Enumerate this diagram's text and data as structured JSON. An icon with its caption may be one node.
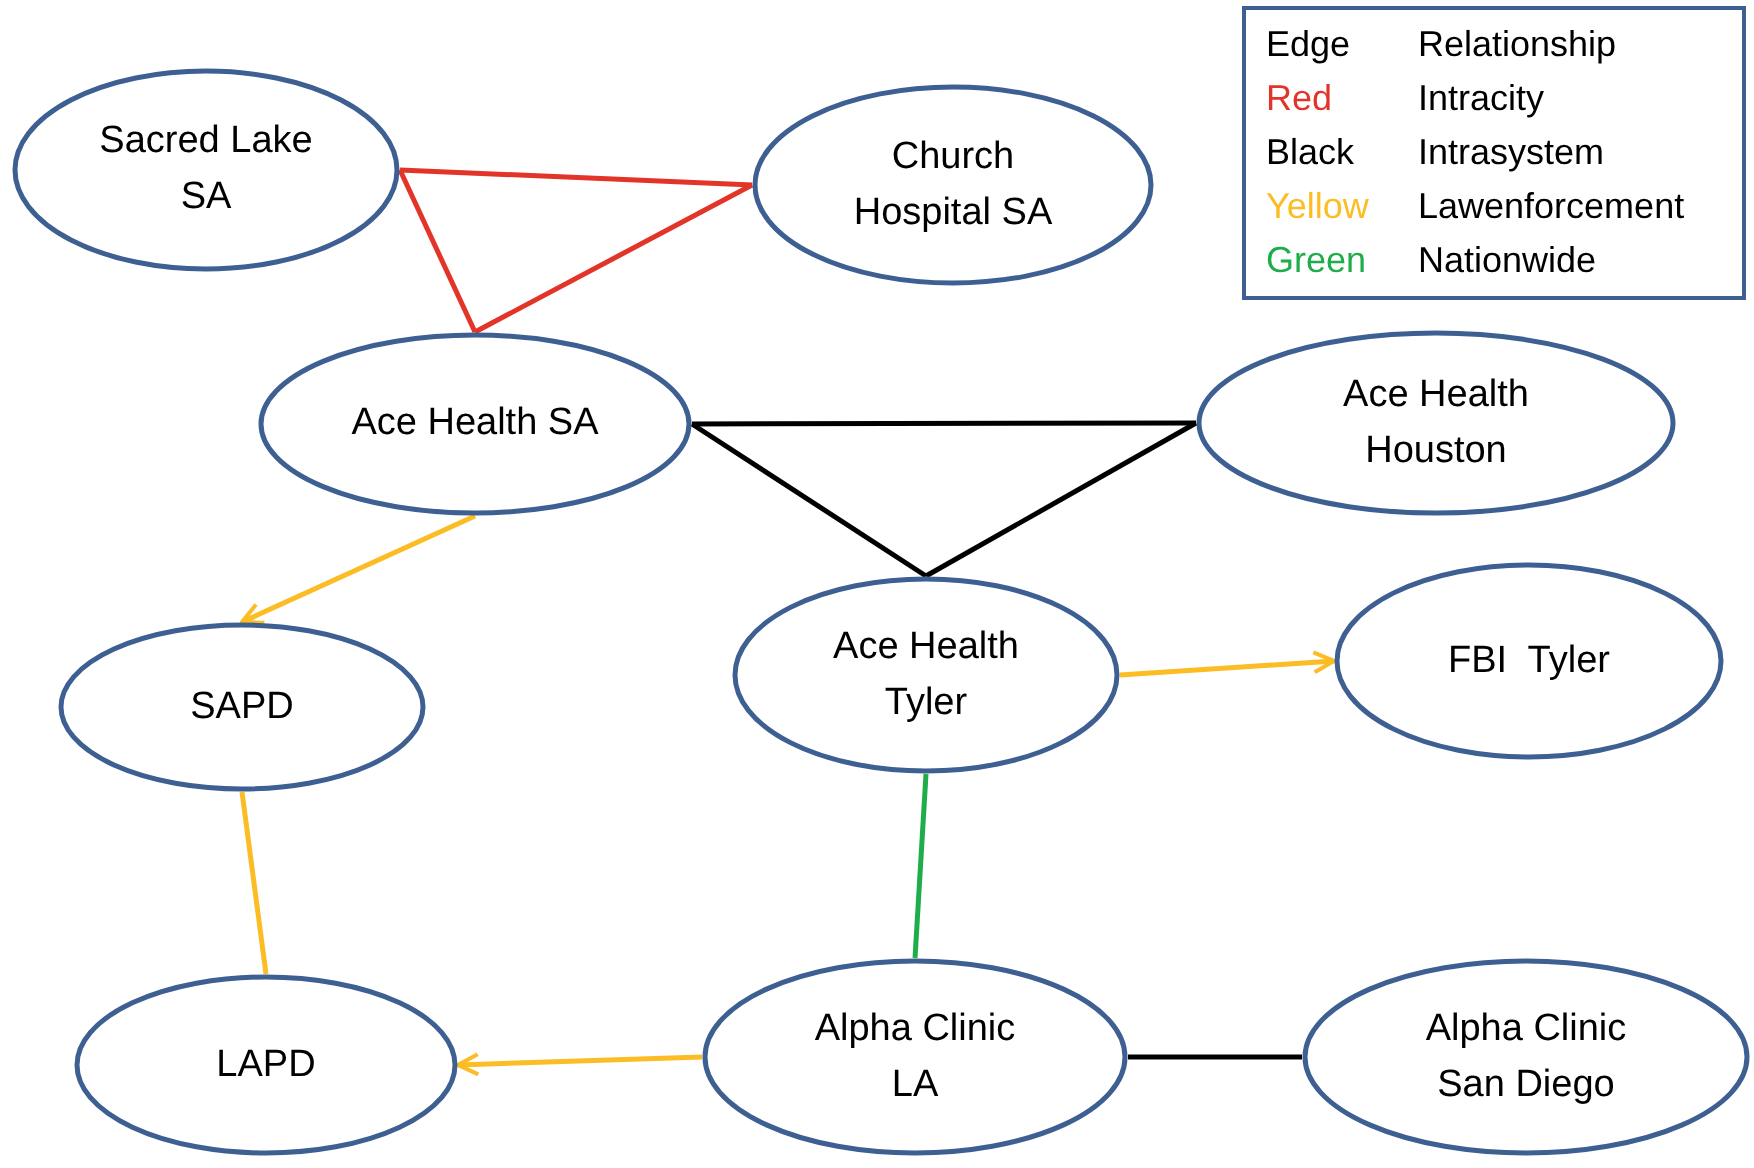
{
  "diagram": {
    "nodes": [
      {
        "text": [
          "Sacred Lake SA"
        ]
      },
      {
        "text": [
          "Church Hospital SA"
        ]
      },
      {
        "text": [
          "Ace Health SA"
        ]
      },
      {
        "text": [
          "Ace Health Houston"
        ]
      },
      {
        "text": [
          "Ace Health Tyler"
        ]
      },
      {
        "text": [
          "FBI  Tyler"
        ]
      },
      {
        "text": [
          "SAPD"
        ]
      },
      {
        "text": [
          "LAPD"
        ]
      },
      {
        "text": [
          "Alpha Clinic LA"
        ]
      },
      {
        "text": [
          "Alpha Clinic San Diego"
        ]
      }
    ],
    "edges": [
      {
        "from": 0,
        "to": 1,
        "arrow": "none",
        "color": "#e3342a"
      },
      {
        "from": 0,
        "to": 2,
        "arrow": "none",
        "color": "#e3342a"
      },
      {
        "from": 1,
        "to": 2,
        "arrow": "none",
        "color": "#e3342a"
      },
      {
        "from": 2,
        "to": 3,
        "arrow": "none",
        "color": "#000000"
      },
      {
        "from": 2,
        "to": 4,
        "arrow": "none",
        "color": "#000000"
      },
      {
        "from": 3,
        "to": 4,
        "arrow": "none",
        "color": "#000000"
      },
      {
        "from": 2,
        "to": 6,
        "arrow": "to",
        "color": "#fbbc24"
      },
      {
        "from": 4,
        "to": 5,
        "arrow": "to",
        "color": "#fbbc24"
      },
      {
        "from": 6,
        "to": 7,
        "arrow": "none",
        "color": "#fbbc24"
      },
      {
        "from": 4,
        "to": 8,
        "arrow": "none",
        "color": "#1fad4b"
      },
      {
        "from": 8,
        "to": 7,
        "arrow": "to",
        "color": "#fbbc24"
      },
      {
        "from": 8,
        "to": 9,
        "arrow": "none",
        "color": "#000000"
      }
    ],
    "labels": [
      "Edge",
      "Relationship",
      "Intracity",
      "Intrasystem",
      "Lawenforcement",
      "Nationwide"
    ],
    "legend": [
      {
        "text": "Red",
        "color": "#e3342a"
      },
      {
        "text": "Black",
        "color": "#000000"
      },
      {
        "text": "Yellow",
        "color": "#fbbc24"
      },
      {
        "text": "Green",
        "color": "#1fad4b"
      }
    ]
  }
}
